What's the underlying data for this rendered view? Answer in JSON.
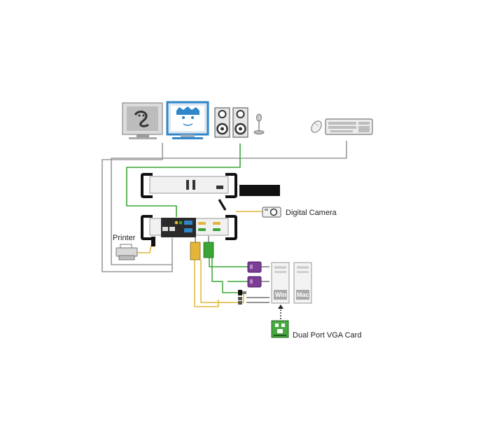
{
  "labels": {
    "digital_camera": "Digital Camera",
    "printer": "Printer",
    "dual_vga": "Dual Port VGA Card",
    "pc_win": "Win",
    "pc_mac": "Mac"
  },
  "colors": {
    "cable_gray": "#9a9a9a",
    "cable_green": "#3aa535",
    "cable_yellow": "#e3b53a",
    "kvm_body": "#f1f1f1",
    "kvm_black": "#111111",
    "monitor_blue": "#2f86c8",
    "connector_purple": "#7c3d96",
    "vga_card_green": "#46a83f"
  },
  "icons": [
    "monitor-left-icon",
    "monitor-right-icon",
    "speaker-left-icon",
    "speaker-right-icon",
    "microphone-icon",
    "mouse-icon",
    "keyboard-icon",
    "kvm-switch-upper-icon",
    "kvm-switch-lower-icon",
    "digital-camera-icon",
    "printer-icon",
    "pc-tower-win-icon",
    "pc-tower-mac-icon",
    "vga-card-icon"
  ]
}
